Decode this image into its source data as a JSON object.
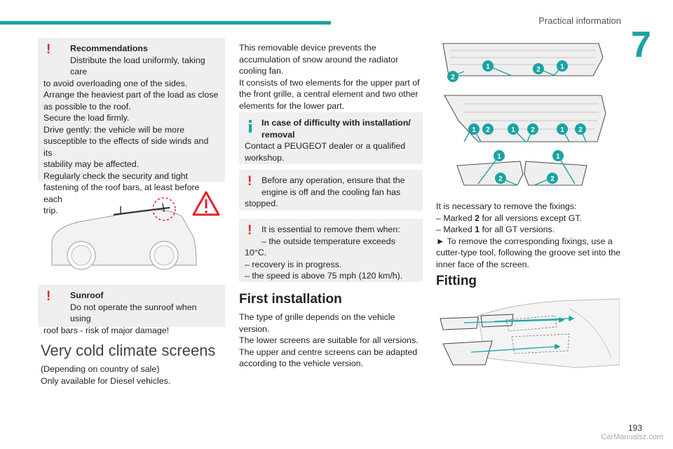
{
  "header": {
    "section_title": "Practical information",
    "chapter_number": "7"
  },
  "col1": {
    "rec_title": "Recommendations",
    "rec_lines": [
      "Distribute the load uniformly, taking care",
      "to avoid overloading one of the sides.",
      "Arrange the heaviest part of the load as close",
      "as possible to the roof.",
      "Secure the load firmly.",
      "Drive gently: the vehicle will be more",
      "susceptible to the effects of side winds and its",
      "stability may be affected.",
      "Regularly check the security and tight",
      "fastening of the roof bars, at least before each",
      "trip."
    ],
    "sunroof_title": "Sunroof",
    "sunroof_lines": [
      "Do not operate the sunroof when using",
      "roof bars - risk of major damage!"
    ],
    "section_heading": "Very cold climate screens",
    "intro_lines": [
      "(Depending on country of sale)",
      "Only available for Diesel vehicles."
    ]
  },
  "col2": {
    "desc_lines": [
      "This removable device prevents the",
      "accumulation of snow around the radiator",
      "cooling fan.",
      "It consists of two elements for the upper part of",
      "the front grille, a central element and two other",
      "elements for the lower part."
    ],
    "info_title_lines": [
      "In case of difficulty with installation/",
      "removal"
    ],
    "info_lines": [
      "Contact a PEUGEOT dealer or a qualified",
      "workshop."
    ],
    "warn1_lines": [
      "Before any operation, ensure that the",
      "engine is off and the cooling fan has",
      "stopped."
    ],
    "warn2_lines": [
      "It is essential to remove them when:",
      "–  the outside temperature exceeds",
      "10°C.",
      "–  recovery is in progress.",
      "–  the speed is above 75 mph (120 km/h)."
    ],
    "first_install_heading": "First installation",
    "first_install_lines": [
      "The type of grille depends on the vehicle version.",
      "The lower screens are suitable for all versions.",
      "The upper and centre screens can be adapted",
      "according to the vehicle version."
    ]
  },
  "col3": {
    "diagram_labels": {
      "top": [
        "2",
        "1",
        "2",
        "1"
      ],
      "middle": [
        "1",
        "2",
        "1",
        "2",
        "1",
        "2"
      ],
      "bottom": [
        "1",
        "1",
        "2",
        "2"
      ]
    },
    "fix_intro": "It is necessary to remove the fixings:",
    "fix_item1_pre": "–  Marked ",
    "fix_item1_bold": "2",
    "fix_item1_post": " for all versions except GT.",
    "fix_item2_pre": "–  Marked ",
    "fix_item2_bold": "1",
    "fix_item2_post": " for all GT versions.",
    "fix_action_lines": [
      "►  To remove the corresponding fixings, use a",
      "cutter-type tool, following the groove set into the",
      "inner face of the screen."
    ],
    "fitting_heading": "Fitting"
  },
  "footer": {
    "page_number": "193",
    "watermark": "CarManualsz.com"
  },
  "colors": {
    "accent": "#1aa3a3",
    "warning": "#e0242b",
    "box_bg": "#efefef"
  }
}
